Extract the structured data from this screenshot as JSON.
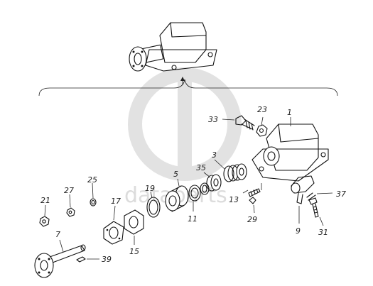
{
  "watermark": {
    "text": "dataparts"
  },
  "callouts": {
    "c1": "1",
    "c3": "3",
    "c5": "5",
    "c7": "7",
    "c9": "9",
    "c11": "11",
    "c13": "13",
    "c15": "15",
    "c17": "17",
    "c19": "19",
    "c21": "21",
    "c23": "23",
    "c25": "25",
    "c27": "27",
    "c29": "29",
    "c31": "31",
    "c33": "33",
    "c35": "35",
    "c37": "37",
    "c39": "39"
  }
}
